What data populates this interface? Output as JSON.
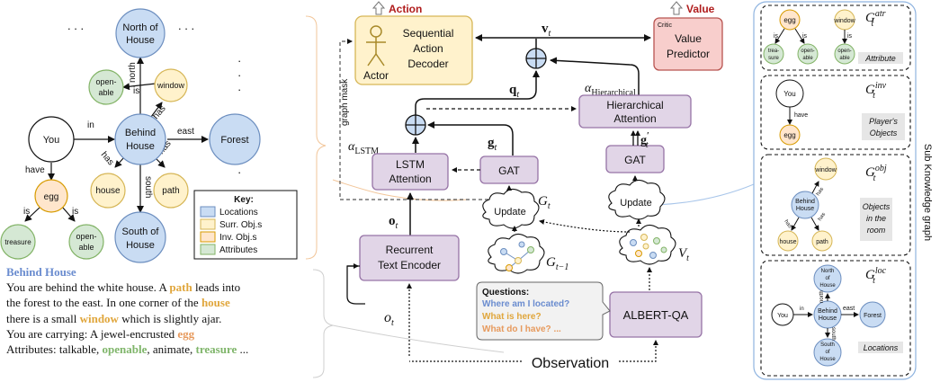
{
  "colors": {
    "location_fill": "#c9dcf3",
    "location_stroke": "#6c8ebf",
    "surr_fill": "#fff2cc",
    "surr_stroke": "#d6b656",
    "inv_fill": "#ffe6cc",
    "inv_stroke": "#d79b00",
    "attr_fill": "#d5e8d4",
    "attr_stroke": "#82b366",
    "purple_fill": "#e1d5e7",
    "purple_stroke": "#9673a6",
    "action_fill": "#fff2cc",
    "action_stroke": "#d6b656",
    "value_fill": "#f8cecc",
    "value_stroke": "#b85450",
    "sub_border": "#8fb4e0"
  },
  "kg": {
    "nodes": {
      "you": "You",
      "behind_house": [
        "Behind",
        "House"
      ],
      "north_of_house": [
        "North of",
        "House"
      ],
      "south_of_house": [
        "South of",
        "House"
      ],
      "forest": "Forest",
      "openable_top": [
        "open-",
        "able"
      ],
      "window": "window",
      "house": "house",
      "path": "path",
      "egg": "egg",
      "treasure": "treasure",
      "openable_bottom": [
        "open-",
        "able"
      ]
    },
    "edges": {
      "in": "in",
      "east": "east",
      "north": "north",
      "south": "south",
      "is_window": "is",
      "has_window": "has",
      "has_house": "has",
      "has_path": "has",
      "have": "have",
      "is_treasure": "is",
      "is_openable": "is"
    },
    "ellipses": ". . .",
    "legend": {
      "title": "Key:",
      "items": [
        "Locations",
        "Surr. Obj.s",
        "Inv. Obj.s",
        "Attributes"
      ]
    }
  },
  "observation_text": {
    "title": "Behind House",
    "line1_a": "You are behind the white house. A ",
    "line1_path": "path",
    "line1_b": " leads into",
    "line2_a": "the forest to the east. In one corner of the ",
    "line2_house": "house",
    "line3_a": "there is a small ",
    "line3_window": "window",
    "line3_b": " which is slightly ajar.",
    "line4_a": "You are carrying: A jewel-encrusted ",
    "line4_egg": "egg",
    "line5_a": "Attributes: talkable, ",
    "line5_openable": "openable",
    "line5_b": ", animate, ",
    "line5_treasure": "treasure",
    "line5_c": " ..."
  },
  "model": {
    "action_label": "Action",
    "value_label": "Value",
    "actor": "Actor",
    "decoder": [
      "Sequential",
      "Action",
      "Decoder"
    ],
    "critic": "Critic",
    "value_predictor": [
      "Value",
      "Predictor"
    ],
    "v_t": "v",
    "v_sub": "t",
    "q_t": "q",
    "q_sub": "t",
    "alpha_hier": "α",
    "alpha_hier_sub": "Hierarchical",
    "alpha_lstm": "α",
    "alpha_lstm_sub": "LSTM",
    "hier_attention": [
      "Hierarchical",
      "Attention"
    ],
    "lstm_attention": [
      "LSTM",
      "Attention"
    ],
    "gat": "GAT",
    "g_t": "g",
    "g_t_sub": "t",
    "g_prime": "g",
    "g_prime_sup": "′",
    "g_prime_sub": "t",
    "graph_mask": "graph mask",
    "update": "Update",
    "G_t": "G",
    "G_t_sub": "t",
    "G_t1": "G",
    "G_t1_sub": "t−1",
    "V_t": "V",
    "V_t_sub": "t",
    "o_bold": "o",
    "o_bold_sub": "t",
    "o_plain": "o",
    "o_plain_sub": "t",
    "encoder": [
      "Recurrent",
      "Text Encoder"
    ],
    "albert": "ALBERT-QA",
    "observation": "Observation",
    "questions_title": "Questions:",
    "q1": "Where am I located?",
    "q2": "What is here?",
    "q3": "What do I have? ..."
  },
  "subkg": {
    "side_label": "Sub Knowledge graph",
    "panels": {
      "atr": {
        "symbol": "G",
        "sub": "t",
        "sup": "atr",
        "caption": "Attribute",
        "egg": "egg",
        "window": "window",
        "is1": "is",
        "is2": "is",
        "is3": "is",
        "treasure": [
          "trea-",
          "sure"
        ],
        "openable1": [
          "open-",
          "able"
        ],
        "openable2": [
          "open-",
          "able"
        ]
      },
      "inv": {
        "symbol": "G",
        "sub": "t",
        "sup": "inv",
        "caption": [
          "Player's",
          "Objects"
        ],
        "you": "You",
        "have": "have",
        "egg": "egg"
      },
      "obj": {
        "symbol": "G",
        "sub": "t",
        "sup": "obj",
        "caption": [
          "Objects",
          "in the",
          "room"
        ],
        "window": "window",
        "behind": [
          "Behind",
          "House"
        ],
        "house": "house",
        "path": "path",
        "has1": "has",
        "has2": "has",
        "has3": "has"
      },
      "loc": {
        "symbol": "G",
        "sub": "t",
        "sup": "loc",
        "caption": "Locations",
        "north": [
          "North",
          "of",
          "House"
        ],
        "behind": [
          "Behind",
          "House"
        ],
        "south": [
          "South",
          "of",
          "House"
        ],
        "you": "You",
        "forest": "Forest",
        "in": "in",
        "east": "east",
        "north_e": "north",
        "south_e": "south"
      }
    }
  }
}
